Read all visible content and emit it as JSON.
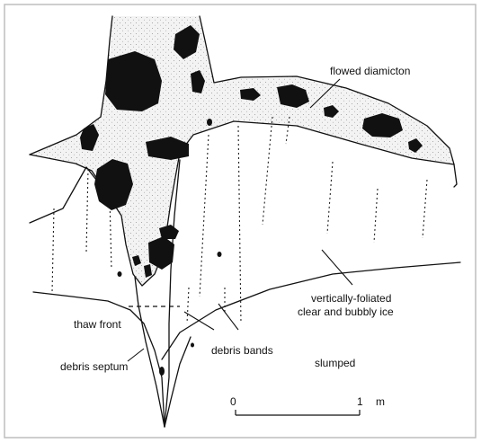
{
  "labels": {
    "flowed_diamicton": "flowed diamicton",
    "vertically_foliated_line1": "vertically-foliated",
    "vertically_foliated_line2": "clear and bubbly ice",
    "thaw_front": "thaw front",
    "debris_bands": "debris bands",
    "debris_septum": "debris septum",
    "slumped": "slumped"
  },
  "scale_bar": {
    "start_label": "0",
    "end_label": "1",
    "unit": "m"
  },
  "colors": {
    "ink": "#111111",
    "paper": "#ffffff",
    "diamicton_fill": "#f1f1f1",
    "frame": "#bdbdbd"
  }
}
